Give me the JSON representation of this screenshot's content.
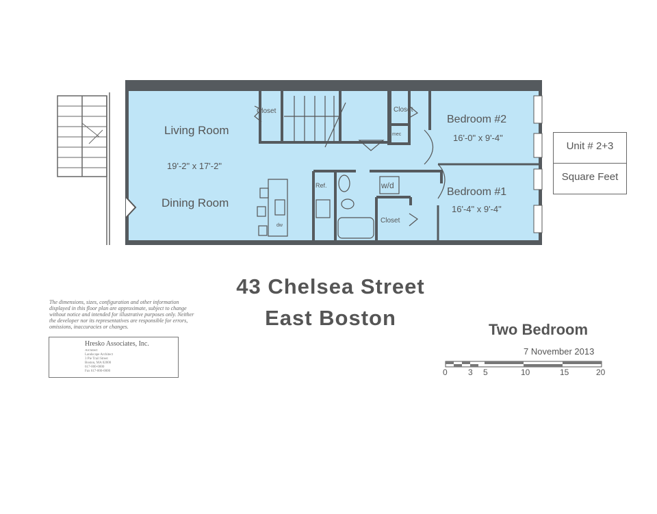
{
  "rooms": {
    "living_room": {
      "label": "Living Room",
      "dimensions": "19'-2\" x 17'-2\""
    },
    "dining_room": {
      "label": "Dining Room"
    },
    "bedroom_2": {
      "label": "Bedroom #2",
      "dimensions": "16'-0\" x 9'-4\""
    },
    "bedroom_1": {
      "label": "Bedroom #1",
      "dimensions": "16'-4\" x 9'-4\""
    },
    "closet_1": "Closet",
    "closet_2": "Closet",
    "closet_3": "Closet",
    "ref": "Ref.",
    "wd": "w/d",
    "mech": "mec",
    "dw": "dw"
  },
  "unit_box": {
    "unit": "Unit # 2+3",
    "square_feet": "Square Feet"
  },
  "address": {
    "line1": "43 Chelsea Street",
    "line2": "East Boston"
  },
  "plan_type": "Two Bedroom",
  "date": "7 November 2013",
  "scale": {
    "ticks": [
      "0",
      "3",
      "5",
      "10",
      "15",
      "20"
    ]
  },
  "disclaimer": "The dimensions, sizes, configuration and other information displayed in this floor plan are approximate, subject to change without notice and intended for illustrative purposes only. Neither the developer nor its representatives are responsible for errors, omissions, inaccuracies or changes.",
  "firm": {
    "name": "Hresko Associates, Inc.",
    "lines": [
      "Architect",
      "Landscape Architect",
      "3 Pie Trail Street",
      "Boston, MA 02000",
      "617-000-0000",
      "Fax 617-000-0000"
    ]
  },
  "colors": {
    "floor": "#bfe5f7",
    "wall": "#555a5e"
  }
}
